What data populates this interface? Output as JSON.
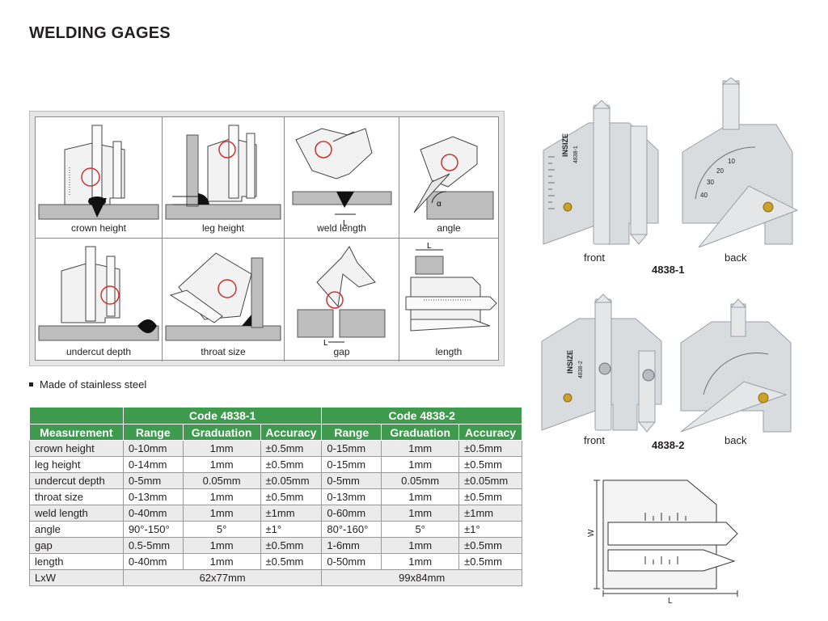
{
  "page": {
    "title": "WELDING GAGES"
  },
  "illustrations": [
    {
      "caption": "crown height"
    },
    {
      "caption": "leg height"
    },
    {
      "caption": "weld length",
      "label": "L"
    },
    {
      "caption": "angle",
      "label": "α"
    },
    {
      "caption": "undercut depth"
    },
    {
      "caption": "throat size"
    },
    {
      "caption": "gap",
      "label": "L"
    },
    {
      "caption": "length",
      "label": "L"
    }
  ],
  "features": [
    "Made of stainless steel"
  ],
  "spec_table": {
    "codes": [
      "Code 4838-1",
      "Code 4838-2"
    ],
    "headers": [
      "Measurement",
      "Range",
      "Graduation",
      "Accuracy",
      "Range",
      "Graduation",
      "Accuracy"
    ],
    "rows": [
      [
        "crown height",
        "0-10mm",
        "1mm",
        "±0.5mm",
        "0-15mm",
        "1mm",
        "±0.5mm"
      ],
      [
        "leg height",
        "0-14mm",
        "1mm",
        "±0.5mm",
        "0-15mm",
        "1mm",
        "±0.5mm"
      ],
      [
        "undercut depth",
        "0-5mm",
        "0.05mm",
        "±0.05mm",
        "0-5mm",
        "0.05mm",
        "±0.05mm"
      ],
      [
        "throat size",
        "0-13mm",
        "1mm",
        "±0.5mm",
        "0-13mm",
        "1mm",
        "±0.5mm"
      ],
      [
        "weld length",
        "0-40mm",
        "1mm",
        "±1mm",
        "0-60mm",
        "1mm",
        "±1mm"
      ],
      [
        "angle",
        "90°-150°",
        "5°",
        "±1°",
        "80°-160°",
        "5°",
        "±1°"
      ],
      [
        "gap",
        "0.5-5mm",
        "1mm",
        "±0.5mm",
        "1-6mm",
        "1mm",
        "±0.5mm"
      ],
      [
        "length",
        "0-40mm",
        "1mm",
        "±0.5mm",
        "0-50mm",
        "1mm",
        "±0.5mm"
      ]
    ],
    "lxw": {
      "label": "LxW",
      "code1": "62x77mm",
      "code2": "99x84mm"
    }
  },
  "products": [
    {
      "model": "4838-1",
      "front_label": "front",
      "back_label": "back",
      "brand": "INSIZE",
      "face_code": "4838-1"
    },
    {
      "model": "4838-2",
      "front_label": "front",
      "back_label": "back",
      "brand": "INSIZE",
      "face_code": "4838-2"
    }
  ],
  "dimension_drawing": {
    "length_label": "L",
    "width_label": "W"
  },
  "colors": {
    "header_green": "#3e9a4c",
    "row_alt": "#ebebeb",
    "steel": "#d9dcdf",
    "brass": "#c9a227"
  }
}
